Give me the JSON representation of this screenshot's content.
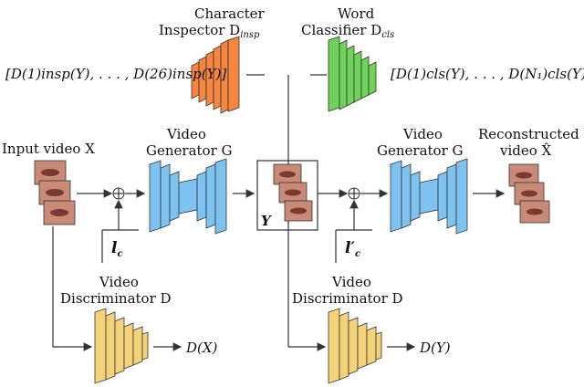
{
  "labels": {
    "char_inspector_line1": "Character",
    "char_inspector_line2": "Inspector D",
    "char_inspector_sub": "insp",
    "word_classifier_line1": "Word",
    "word_classifier_line2": "Classifier D",
    "word_classifier_sub": "cls",
    "video_gen_left_line1": "Video",
    "video_gen_left_line2": "Generator G",
    "video_gen_right_line1": "Video",
    "video_gen_right_line2": "Generator G",
    "input_video": "Input video X",
    "reconstructed_line1": "Reconstructed",
    "reconstructed_line2": "video X̂",
    "disc_left_line1": "Video",
    "disc_left_line2": "Discriminator D",
    "disc_right_line1": "Video",
    "disc_right_line2": "Discriminator D",
    "y_label": "Y",
    "lc_label": "l",
    "lc_sub": "c",
    "lc_prime_label": "l′",
    "lc_prime_sub": "c",
    "output_dx": "D(X)",
    "output_dy": "D(Y)",
    "insp_outputs": "[D(1)insp(Y), . . . , D(26)insp(Y)]",
    "cls_outputs": "[D(1)cls(Y), . . . , D(N₁)cls(Y)]"
  },
  "colors": {
    "generator": "#7ec3f0",
    "inspector": "#f5863f",
    "classifier": "#6fd35a",
    "discriminator": "#f3d27a",
    "lip": "#c98b78"
  },
  "icons": {
    "plus": "circle-plus-icon",
    "lips": "lips-icon"
  }
}
